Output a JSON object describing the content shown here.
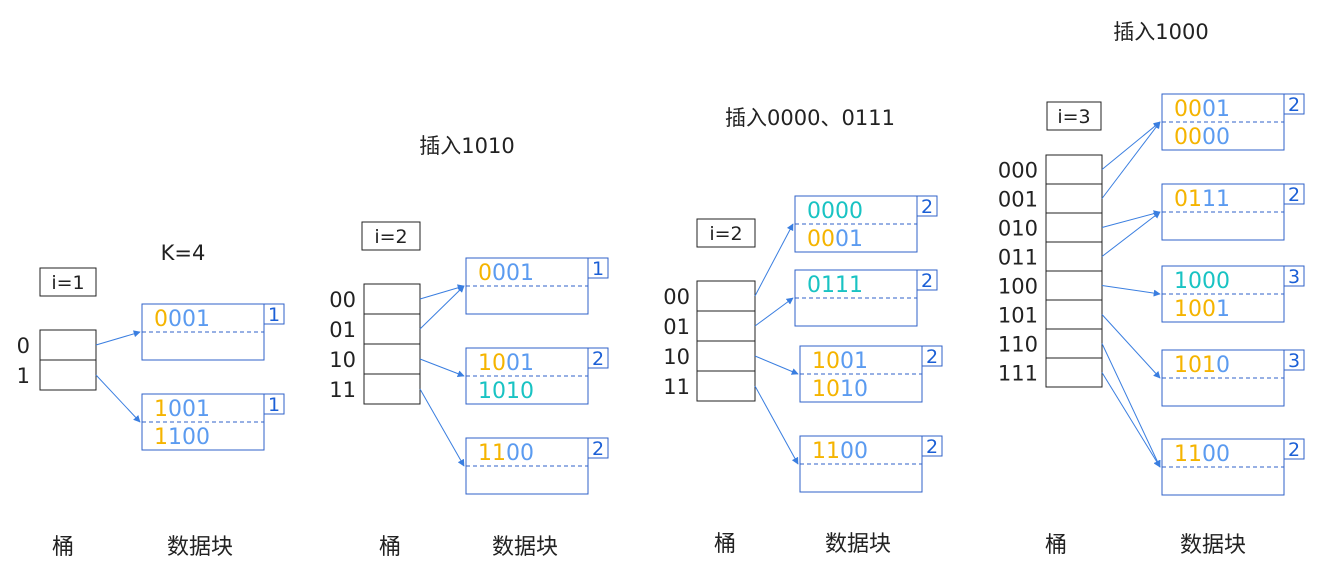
{
  "colors": {
    "block_border": "#2f62c8",
    "arrow": "#3a7ee0",
    "bit_prefix": "#f5b400",
    "bit_rest": "#5b9bf0",
    "bit_new": "#19c3c3",
    "depth": "#1b5fd6",
    "dir_border": "#222222",
    "text": "#222222"
  },
  "diagrams": [
    {
      "title": "K=4",
      "global_depth": "i=1",
      "bucket_label": "桶",
      "block_label": "数据块",
      "directory": [
        "0",
        "1"
      ],
      "blocks": [
        {
          "depth": "1",
          "records": [
            {
              "prefix": "0",
              "rest": "001",
              "style": "normal"
            }
          ]
        },
        {
          "depth": "1",
          "records": [
            {
              "prefix": "1",
              "rest": "001",
              "style": "normal"
            },
            {
              "prefix": "1",
              "rest": "100",
              "style": "normal"
            }
          ]
        }
      ],
      "pointers": [
        {
          "from": 0,
          "to": 0
        },
        {
          "from": 1,
          "to": 1
        }
      ]
    },
    {
      "title": "插入1010",
      "global_depth": "i=2",
      "bucket_label": "桶",
      "block_label": "数据块",
      "directory": [
        "00",
        "01",
        "10",
        "11"
      ],
      "blocks": [
        {
          "depth": "1",
          "records": [
            {
              "prefix": "0",
              "rest": "001",
              "style": "normal"
            }
          ]
        },
        {
          "depth": "2",
          "records": [
            {
              "prefix": "10",
              "rest": "01",
              "style": "normal"
            },
            {
              "prefix": "1010",
              "rest": "",
              "style": "new"
            }
          ]
        },
        {
          "depth": "2",
          "records": [
            {
              "prefix": "11",
              "rest": "00",
              "style": "normal"
            }
          ]
        }
      ],
      "pointers": [
        {
          "from": 0,
          "to": 0
        },
        {
          "from": 1,
          "to": 0
        },
        {
          "from": 2,
          "to": 1
        },
        {
          "from": 3,
          "to": 2
        }
      ]
    },
    {
      "title": "插入0000、0111",
      "global_depth": "i=2",
      "bucket_label": "桶",
      "block_label": "数据块",
      "directory": [
        "00",
        "01",
        "10",
        "11"
      ],
      "blocks": [
        {
          "depth": "2",
          "records": [
            {
              "prefix": "0000",
              "rest": "",
              "style": "new"
            },
            {
              "prefix": "00",
              "rest": "01",
              "style": "normal"
            }
          ]
        },
        {
          "depth": "2",
          "records": [
            {
              "prefix": "0111",
              "rest": "",
              "style": "new"
            }
          ]
        },
        {
          "depth": "2",
          "records": [
            {
              "prefix": "10",
              "rest": "01",
              "style": "normal"
            },
            {
              "prefix": "10",
              "rest": "10",
              "style": "normal"
            }
          ]
        },
        {
          "depth": "2",
          "records": [
            {
              "prefix": "11",
              "rest": "00",
              "style": "normal"
            }
          ]
        }
      ],
      "pointers": [
        {
          "from": 0,
          "to": 0
        },
        {
          "from": 1,
          "to": 1
        },
        {
          "from": 2,
          "to": 2
        },
        {
          "from": 3,
          "to": 3
        }
      ]
    },
    {
      "title": "插入1000",
      "global_depth": "i=3",
      "bucket_label": "桶",
      "block_label": "数据块",
      "directory": [
        "000",
        "001",
        "010",
        "011",
        "100",
        "101",
        "110",
        "111"
      ],
      "blocks": [
        {
          "depth": "2",
          "records": [
            {
              "prefix": "00",
              "rest": "01",
              "style": "normal"
            },
            {
              "prefix": "00",
              "rest": "00",
              "style": "normal"
            }
          ]
        },
        {
          "depth": "2",
          "records": [
            {
              "prefix": "01",
              "rest": "11",
              "style": "normal"
            }
          ]
        },
        {
          "depth": "3",
          "records": [
            {
              "prefix": "1000",
              "rest": "",
              "style": "new"
            },
            {
              "prefix": "100",
              "rest": "1",
              "style": "normal"
            }
          ]
        },
        {
          "depth": "3",
          "records": [
            {
              "prefix": "101",
              "rest": "0",
              "style": "normal"
            }
          ]
        },
        {
          "depth": "2",
          "records": [
            {
              "prefix": "11",
              "rest": "00",
              "style": "normal"
            }
          ]
        }
      ],
      "pointers": [
        {
          "from": 0,
          "to": 0
        },
        {
          "from": 1,
          "to": 0
        },
        {
          "from": 2,
          "to": 1
        },
        {
          "from": 3,
          "to": 1
        },
        {
          "from": 4,
          "to": 2
        },
        {
          "from": 5,
          "to": 3
        },
        {
          "from": 6,
          "to": 4
        },
        {
          "from": 7,
          "to": 4
        }
      ]
    }
  ]
}
